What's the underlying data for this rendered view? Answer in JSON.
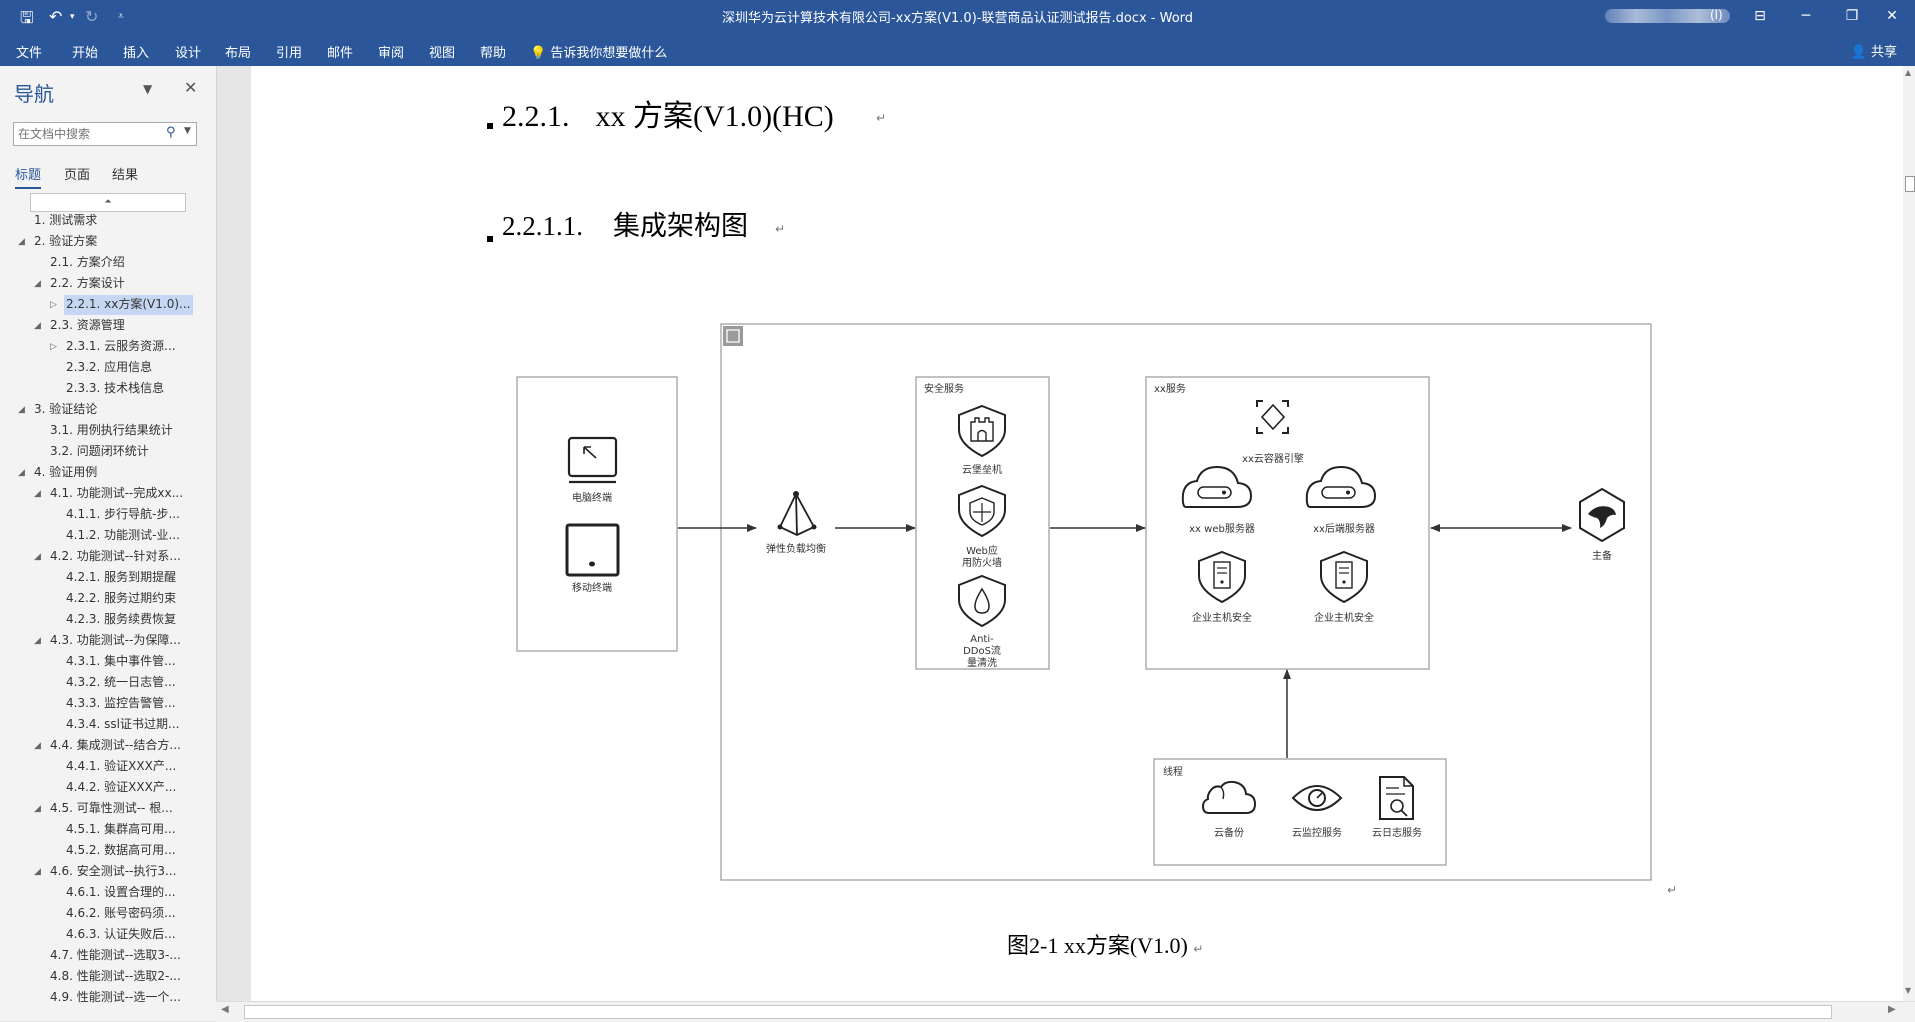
{
  "window": {
    "title": "深圳华为云计算技术有限公司-xx方案(V1.0)-联营商品认证测试报告.docx  -  Word",
    "account_label": "(l)"
  },
  "quick_access": {
    "save_icon": "save-icon",
    "undo_icon": "undo-icon",
    "redo_icon": "redo-icon",
    "customize_icon": "customize-icon"
  },
  "ribbon": {
    "tabs": [
      "文件",
      "开始",
      "插入",
      "设计",
      "布局",
      "引用",
      "邮件",
      "审阅",
      "视图",
      "帮助"
    ],
    "tell_me": "告诉我你想要做什么",
    "share": "共享"
  },
  "nav": {
    "title": "导航",
    "search_placeholder": "在文档中搜索",
    "tabs": [
      "标题",
      "页面",
      "结果"
    ],
    "items": [
      {
        "label": "1. 测试需求",
        "level": 1,
        "toggle": ""
      },
      {
        "label": "2. 验证方案",
        "level": 1,
        "toggle": "◢"
      },
      {
        "label": "2.1. 方案介绍",
        "level": 2,
        "toggle": ""
      },
      {
        "label": "2.2. 方案设计",
        "level": 2,
        "toggle": "◢"
      },
      {
        "label": "2.2.1. xx方案(V1.0)...",
        "level": 3,
        "toggle": "▷",
        "selected": true
      },
      {
        "label": "2.3. 资源管理",
        "level": 2,
        "toggle": "◢"
      },
      {
        "label": "2.3.1. 云服务资源...",
        "level": 3,
        "toggle": "▷"
      },
      {
        "label": "2.3.2. 应用信息",
        "level": 3,
        "toggle": ""
      },
      {
        "label": "2.3.3. 技术栈信息",
        "level": 3,
        "toggle": ""
      },
      {
        "label": "3. 验证结论",
        "level": 1,
        "toggle": "◢"
      },
      {
        "label": "3.1. 用例执行结果统计",
        "level": 2,
        "toggle": ""
      },
      {
        "label": "3.2. 问题闭环统计",
        "level": 2,
        "toggle": ""
      },
      {
        "label": "4. 验证用例",
        "level": 1,
        "toggle": "◢"
      },
      {
        "label": "4.1. 功能测试--完成xx...",
        "level": 2,
        "toggle": "◢"
      },
      {
        "label": "4.1.1. 步行导航-步...",
        "level": 3,
        "toggle": ""
      },
      {
        "label": "4.1.2. 功能测试-业...",
        "level": 3,
        "toggle": ""
      },
      {
        "label": "4.2. 功能测试--针对系...",
        "level": 2,
        "toggle": "◢"
      },
      {
        "label": "4.2.1. 服务到期提醒",
        "level": 3,
        "toggle": ""
      },
      {
        "label": "4.2.2. 服务过期约束",
        "level": 3,
        "toggle": ""
      },
      {
        "label": "4.2.3. 服务续费恢复",
        "level": 3,
        "toggle": ""
      },
      {
        "label": "4.3. 功能测试--为保障...",
        "level": 2,
        "toggle": "◢"
      },
      {
        "label": "4.3.1. 集中事件管...",
        "level": 3,
        "toggle": ""
      },
      {
        "label": "4.3.2. 统一日志管...",
        "level": 3,
        "toggle": ""
      },
      {
        "label": "4.3.3. 监控告警管...",
        "level": 3,
        "toggle": ""
      },
      {
        "label": "4.3.4. ssl证书过期...",
        "level": 3,
        "toggle": ""
      },
      {
        "label": "4.4. 集成测试--结合方...",
        "level": 2,
        "toggle": "◢"
      },
      {
        "label": "4.4.1. 验证XXX产...",
        "level": 3,
        "toggle": ""
      },
      {
        "label": "4.4.2. 验证XXX产...",
        "level": 3,
        "toggle": ""
      },
      {
        "label": "4.5. 可靠性测试-- 根...",
        "level": 2,
        "toggle": "◢"
      },
      {
        "label": "4.5.1. 集群高可用...",
        "level": 3,
        "toggle": ""
      },
      {
        "label": "4.5.2. 数据高可用...",
        "level": 3,
        "toggle": ""
      },
      {
        "label": "4.6. 安全测试--执行3...",
        "level": 2,
        "toggle": "◢"
      },
      {
        "label": "4.6.1. 设置合理的...",
        "level": 3,
        "toggle": ""
      },
      {
        "label": "4.6.2. 账号密码须...",
        "level": 3,
        "toggle": ""
      },
      {
        "label": "4.6.3. 认证失败后...",
        "level": 3,
        "toggle": ""
      },
      {
        "label": "4.7. 性能测试--选取3-...",
        "level": 2,
        "toggle": ""
      },
      {
        "label": "4.8. 性能测试--选取2-...",
        "level": 2,
        "toggle": ""
      },
      {
        "label": "4.9. 性能测试--选一个...",
        "level": 2,
        "toggle": ""
      }
    ]
  },
  "doc": {
    "h1_number": "2.2.1.",
    "h1_text": "xx 方案(V1.0)(HC)",
    "h2_number": "2.2.1.1.",
    "h2_text": "集成架构图",
    "return_mark": "↵",
    "caption": "图2-1 xx方案(V1.0)"
  },
  "diagram": {
    "terminal_pc": "电脑终端",
    "terminal_mobile": "移动终端",
    "elb": "弹性负载均衡",
    "security_group": "安全服务",
    "bastion": "云堡垒机",
    "waf_line1": "Web应",
    "waf_line2": "用防火墙",
    "ddos_line1": "Anti-",
    "ddos_line2": "DDoS流",
    "ddos_line3": "量清洗",
    "xx_group": "xx服务",
    "container_engine": "xx云容器引擎",
    "web_server": "xx web服务器",
    "backend_server": "xx后端服务器",
    "hss1": "企业主机安全",
    "hss2": "企业主机安全",
    "db": "主备",
    "ops_group": "线程",
    "backup": "云备份",
    "monitor": "云监控服务",
    "log": "云日志服务"
  },
  "colors": {
    "ribbon_blue": "#2b579a",
    "nav_selected": "#c5d7f2",
    "page": "#ffffff",
    "workspace": "#e6e6e6"
  }
}
